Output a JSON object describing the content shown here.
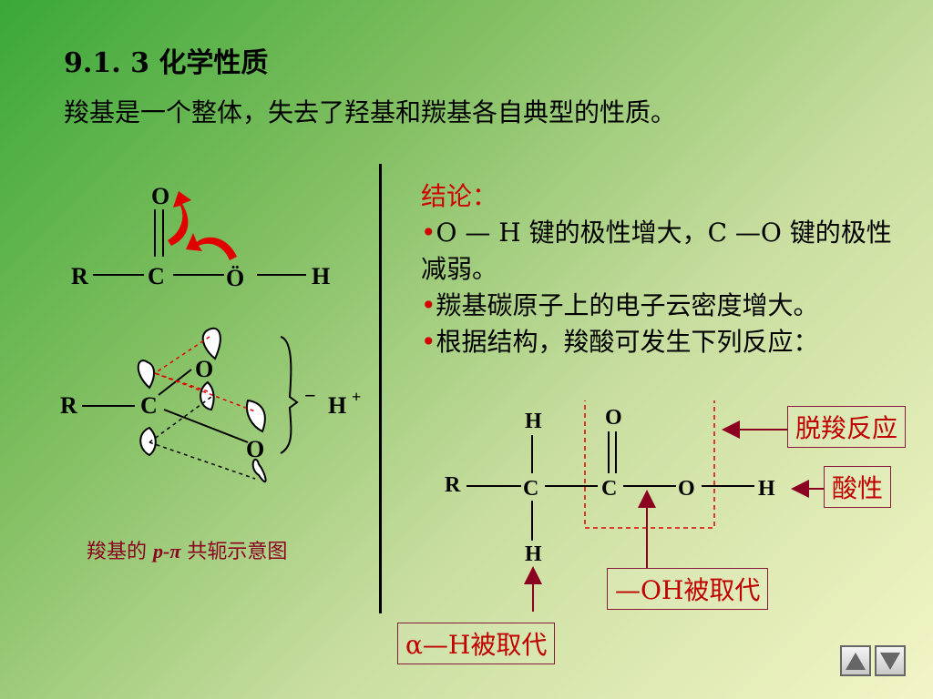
{
  "title": "9.1. 3 化学性质",
  "subtitle": "羧基是一个整体，失去了羟基和羰基各自典型的性质。",
  "conclusion": {
    "heading": "结论：",
    "bullet": "•",
    "items": [
      "O — H 键的极性增大，C —O 键的极性减弱。",
      "羰基碳原子上的电子云密度增大。",
      "根据结构，羧酸可发生下列反应："
    ]
  },
  "structure_top": {
    "O_top": "O",
    "R": "R",
    "C": "C",
    "O_mid": "Ö",
    "H": "H"
  },
  "structure_orbital": {
    "R": "R",
    "C": "C",
    "O_upper": "O",
    "O_lower": "O",
    "minus": "−",
    "H_plus": "H"
  },
  "orbital_caption": {
    "prefix": "羧基的 ",
    "italic": "p-π",
    "suffix": " 共轭示意图"
  },
  "reaction_structure": {
    "H_top": "H",
    "O_top": "O",
    "R": "R",
    "C1": "C",
    "C2": "C",
    "O": "O",
    "H_right": "H",
    "H_bottom": "H"
  },
  "labels": {
    "decarboxylation": "脱羧反应",
    "acidity": "酸性",
    "oh_substitution": "—OH被取代",
    "alpha_h_substitution": "α—H被取代"
  },
  "nav": {
    "prev_icon": "triangle-up-icon",
    "next_icon": "triangle-down-icon"
  },
  "colors": {
    "accent_red": "#d00000",
    "box_border": "#8a1a3a",
    "arrow": "#8b0020"
  }
}
